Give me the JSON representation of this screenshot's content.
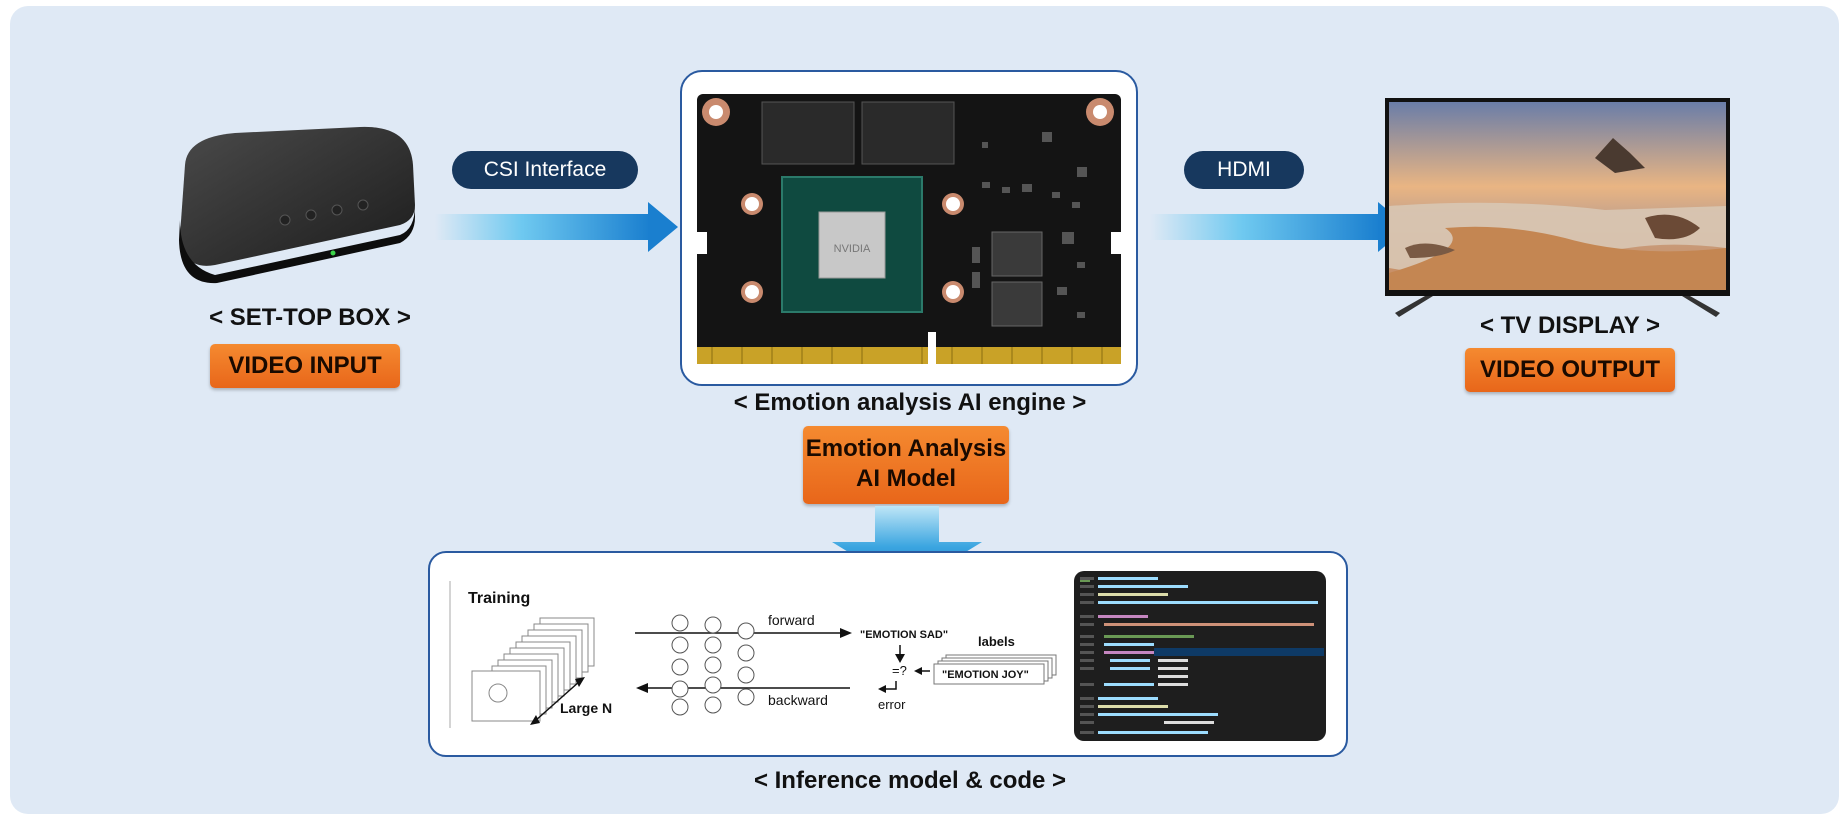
{
  "settop": {
    "caption": "< SET-TOP BOX >",
    "badge": "VIDEO INPUT"
  },
  "engine": {
    "caption": "< Emotion analysis AI engine >",
    "chip_label": "NVIDIA",
    "model_line1": "Emotion Analysis",
    "model_line2": "AI Model"
  },
  "tv": {
    "caption": "< TV DISPLAY >",
    "badge": "VIDEO OUTPUT"
  },
  "links": {
    "csi": "CSI Interface",
    "hdmi": "HDMI"
  },
  "inference": {
    "caption": "< Inference model & code >",
    "training": "Training",
    "large_n": "Large N",
    "forward": "forward",
    "backward": "backward",
    "sad": "\"EMOTION SAD\"",
    "labels": "labels",
    "joy": "\"EMOTION JOY\"",
    "compare": "=?",
    "error": "error"
  },
  "colors": {
    "panel": "#dfe9f5",
    "accent_orange": "#f07a24",
    "pill": "#17385e",
    "arrow_blue": "#1a7fcf"
  }
}
